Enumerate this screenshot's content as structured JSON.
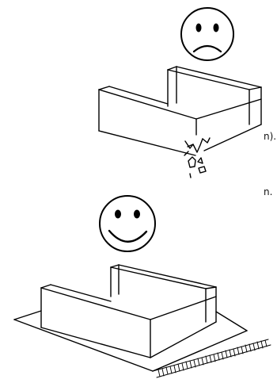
{
  "text_fragments": {
    "upper_line_end": "n).",
    "lower_line_end": "n."
  },
  "faces": {
    "top": "sad",
    "bottom": "happy"
  },
  "colors": {
    "ink": "#000000",
    "paper": "#ffffff"
  }
}
